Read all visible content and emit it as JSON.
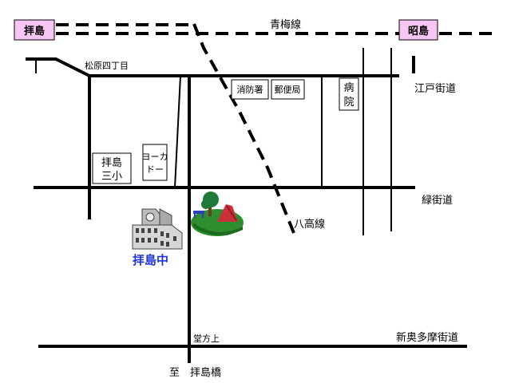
{
  "stations": {
    "haijima": "拝島",
    "akishima": "昭島"
  },
  "railways": {
    "ome_line": "青梅線",
    "hachiko_line": "八高線"
  },
  "roads": {
    "edo_kaido": "江戸街道",
    "midori_kaido": "緑街道",
    "shin_okutama_kaido": "新奥多摩街道"
  },
  "places": {
    "matsubara_4chome": "松原四丁目",
    "fire_station": "消防署",
    "post_office": "郵便局",
    "hospital": [
      "病",
      "院"
    ],
    "haijima_3sho": [
      "拝島",
      "三小"
    ],
    "yokado": [
      "ヨーカ",
      "ドー"
    ],
    "doho_kami": "堂方上",
    "to_haijima_bridge": "至　拝島橋"
  },
  "destination": {
    "school_name": "拝島中"
  },
  "colors": {
    "station_box_fill": "#f7c6f2",
    "school_text": "#1f35d6",
    "road": "#000000"
  }
}
